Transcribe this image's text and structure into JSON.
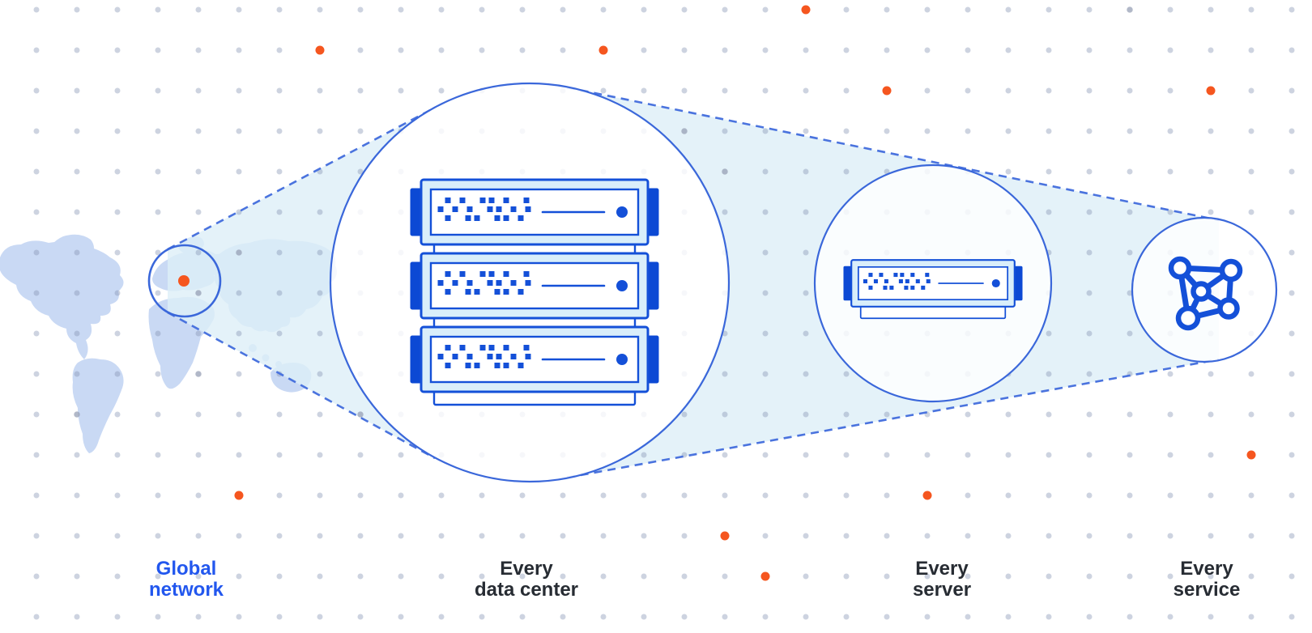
{
  "labels": {
    "global_network": {
      "line1": "Global",
      "line2": "network"
    },
    "every_data_center": {
      "line1": "Every",
      "line2": "data center"
    },
    "every_server": {
      "line1": "Every",
      "line2": "server"
    },
    "every_service": {
      "line1": "Every",
      "line2": "service"
    }
  },
  "colors": {
    "outline_blue": "#3a67da",
    "dash_blue": "#4a73de",
    "deep_blue": "#1450d8",
    "ear_blue": "#0c49d4",
    "server_body_cyan": "#d9eefa",
    "cone_cyan": "#ddeff7",
    "map_blue": "#c9d9f4",
    "grid_dot": "#8292b2",
    "grid_dot_dark": "#9aa3b5",
    "orange": "#f5561f",
    "label_blue": "#2257ee",
    "label_dark": "#272c33",
    "background": "#ffffff"
  },
  "icons": {
    "global_network": "world-map-with-location-dot-icon",
    "every_data_center": "server-rack-stack-icon",
    "every_server": "server-unit-icon",
    "every_service": "network-mesh-icon",
    "background": "dot-grid-pattern"
  }
}
